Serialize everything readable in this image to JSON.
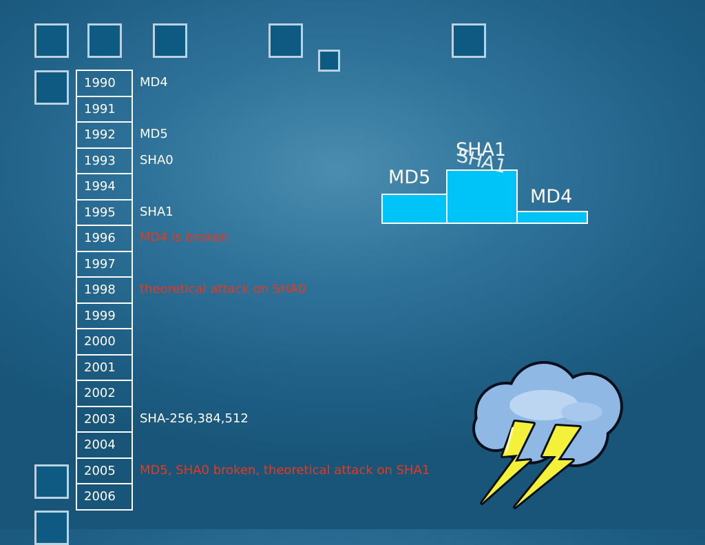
{
  "timeline": {
    "years": [
      "1990",
      "1991",
      "1992",
      "1993",
      "1994",
      "1995",
      "1996",
      "1997",
      "1998",
      "1999",
      "2000",
      "2001",
      "2002",
      "2003",
      "2004",
      "2005",
      "2006"
    ],
    "events": [
      {
        "year_index": 0,
        "text": "MD4",
        "color": "#ffffff"
      },
      {
        "year_index": 2,
        "text": "MD5",
        "color": "#ffffff"
      },
      {
        "year_index": 3,
        "text": "SHA0",
        "color": "#ffffff"
      },
      {
        "year_index": 5,
        "text": "SHA1",
        "color": "#ffffff"
      },
      {
        "year_index": 6,
        "text": "MD4 is broken",
        "color": "#e8391c"
      },
      {
        "year_index": 8,
        "text": "theoretical attack on SHA0",
        "color": "#e8391c"
      },
      {
        "year_index": 13,
        "text": "SHA-256,384,512",
        "color": "#ffffff"
      },
      {
        "year_index": 15,
        "text": "MD5, SHA0 broken, theoretical attack on SHA1",
        "color": "#e8391c"
      }
    ]
  },
  "podium": {
    "labels": {
      "left": "MD5",
      "center": "SHA1",
      "right": "MD4"
    },
    "fill_color": "#00c3f7",
    "border_color": "#ffffff"
  },
  "clipart": {
    "icon": "storm-cloud-lightning-icon"
  }
}
